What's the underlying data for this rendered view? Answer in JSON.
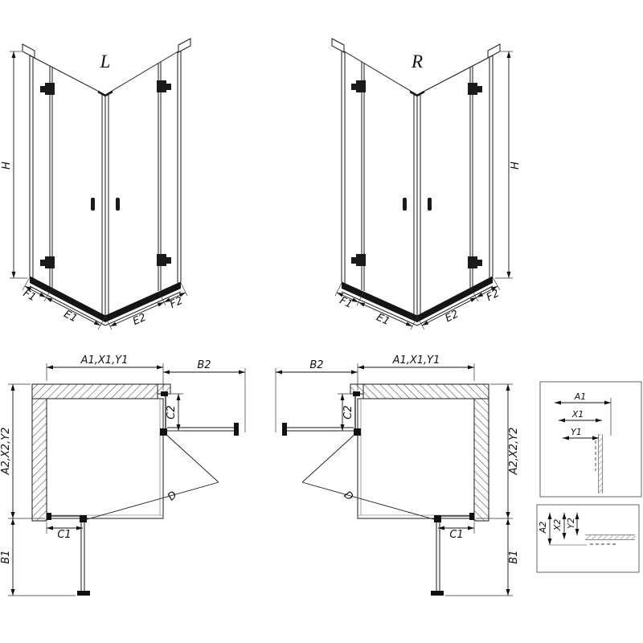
{
  "drawing": {
    "background": "#ffffff",
    "line_color": "#1a1a1a",
    "accent_fill": "#151515"
  },
  "iso_left": {
    "variant": "L",
    "height": "H",
    "f1": "F1",
    "e1": "E1",
    "e2": "E2",
    "f2": "F2"
  },
  "iso_right": {
    "variant": "R",
    "height": "H",
    "f1": "F1",
    "e1": "E1",
    "e2": "E2",
    "f2": "F2"
  },
  "plan_left": {
    "width_top": "A1,X1,Y1",
    "door_top": "B2",
    "return_side": "C2",
    "depth_side": "A2,X2,Y2",
    "return_bottom": "C1",
    "door_bottom": "B1",
    "diagonal": "D"
  },
  "plan_right": {
    "width_top": "A1,X1,Y1",
    "door_top": "B2",
    "return_side": "C2",
    "depth_side": "A2,X2,Y2",
    "return_bottom": "C1",
    "door_bottom": "B1",
    "diagonal": "D"
  },
  "detail_top": {
    "a1": "A1",
    "x1": "X1",
    "y1": "Y1"
  },
  "detail_bottom": {
    "a2": "A2",
    "x2": "X2",
    "y2": "Y2"
  }
}
